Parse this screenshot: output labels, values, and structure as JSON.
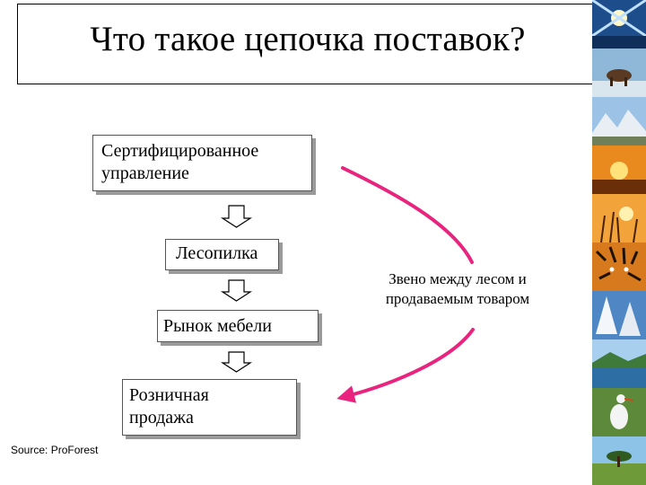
{
  "title": "Что такое цепочка поставок?",
  "chain": [
    {
      "label": "Сертифицированное\nуправление"
    },
    {
      "label": "Лесопилка"
    },
    {
      "label": "Рынок мебели"
    },
    {
      "label": "Розничная\nпродажа"
    }
  ],
  "link_label": "Звено между лесом и продаваемым товаром",
  "source": "Source: ProForest",
  "colors": {
    "accent_arrow": "#e8247e",
    "shadow": "#9a9a9a",
    "border": "#000000"
  },
  "photo_strip": [
    {
      "icon": "sun-rays-photo"
    },
    {
      "icon": "wolf-photo"
    },
    {
      "icon": "mountains-photo"
    },
    {
      "icon": "sunset-photo"
    },
    {
      "icon": "wheat-sunset-photo"
    },
    {
      "icon": "tiger-photo"
    },
    {
      "icon": "snow-trees-photo"
    },
    {
      "icon": "lake-photo"
    },
    {
      "icon": "stork-photo"
    },
    {
      "icon": "savanna-photo"
    }
  ]
}
